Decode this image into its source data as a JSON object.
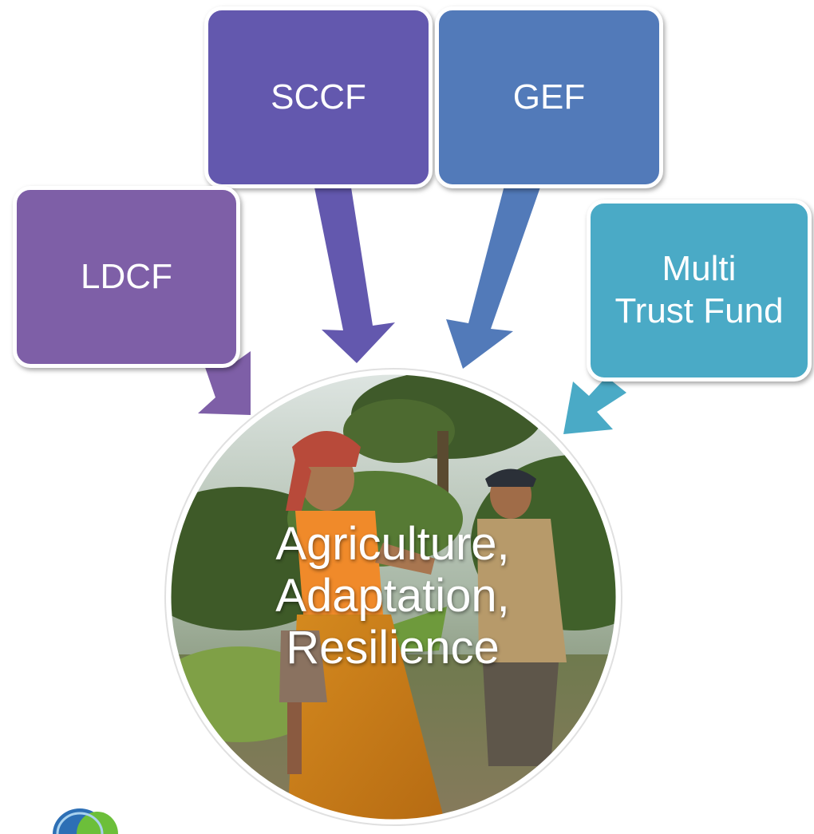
{
  "colors": {
    "ldcf": "#7e5fa7",
    "sccf": "#6358ae",
    "gef": "#527ab9",
    "multi_trust_fund": "#4aaac6",
    "hub_photo_sky": "#c9d7d6",
    "hub_photo_foliage": "#4e6a2e"
  },
  "funds": {
    "ldcf": {
      "label": "LDCF"
    },
    "sccf": {
      "label": "SCCF"
    },
    "gef": {
      "label": "GEF"
    },
    "multi_trust_fund": {
      "label": "Multi\nTrust Fund"
    }
  },
  "hub": {
    "label": "Agriculture,\nAdaptation,\nResilience"
  }
}
